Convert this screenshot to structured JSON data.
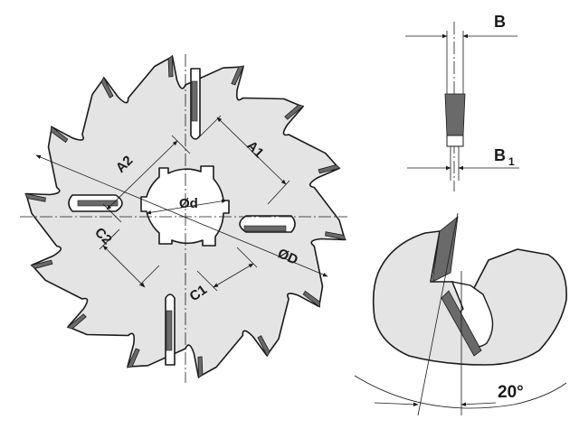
{
  "diagram": {
    "saw_blade": {
      "labels": {
        "bore": "Ød",
        "outer": "ØD",
        "a1": "A1",
        "a2": "A2",
        "c1": "C1",
        "c2": "C2"
      }
    },
    "tooth_profile": {
      "labels": {
        "b": "B",
        "b1": "B",
        "b1_sub": "1"
      }
    },
    "tooth_detail": {
      "labels": {
        "angle": "20°"
      }
    },
    "colors": {
      "body": "#e4e4e4",
      "carbide_tip": "#6a6a6a",
      "line": "#1a1a1a"
    }
  }
}
